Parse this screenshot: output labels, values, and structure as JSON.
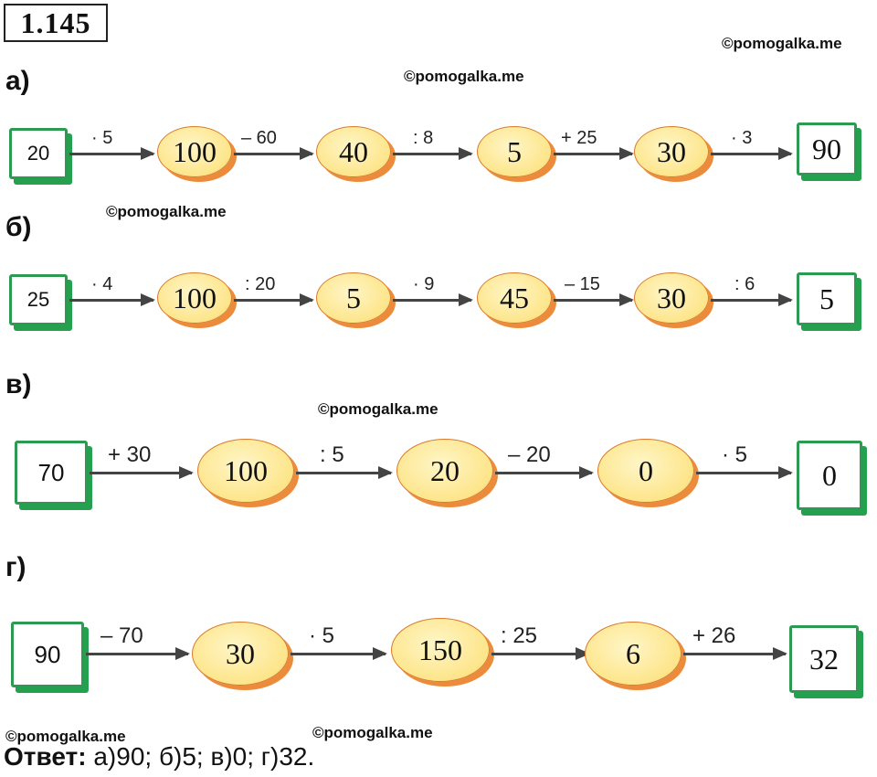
{
  "task_number": "1.145",
  "watermark": "©pomogalka.me",
  "rows": [
    {
      "label": "а)",
      "start": "20",
      "ops": [
        "· 5",
        "– 60",
        ": 8",
        "+ 25",
        "· 3"
      ],
      "values": [
        "100",
        "40",
        "5",
        "30"
      ],
      "end": "90"
    },
    {
      "label": "б)",
      "start": "25",
      "ops": [
        "· 4",
        ": 20",
        "· 9",
        "– 15",
        ": 6"
      ],
      "values": [
        "100",
        "5",
        "45",
        "30"
      ],
      "end": "5"
    },
    {
      "label": "в)",
      "start": "70",
      "ops": [
        "+ 30",
        ": 5",
        "– 20",
        "· 5"
      ],
      "values": [
        "100",
        "20",
        "0"
      ],
      "end": "0"
    },
    {
      "label": "г)",
      "start": "90",
      "ops": [
        "– 70",
        "· 5",
        ": 25",
        "+ 26"
      ],
      "values": [
        "30",
        "150",
        "6"
      ],
      "end": "32"
    }
  ],
  "answer": {
    "prefix": "Ответ:",
    "text": " а)90; б)5; в)0; г)32."
  },
  "colors": {
    "box_border": "#2d9a52",
    "oval_fill": "#fde58a",
    "oval_shadow": "#ec8b3c",
    "arrow": "#444444"
  }
}
